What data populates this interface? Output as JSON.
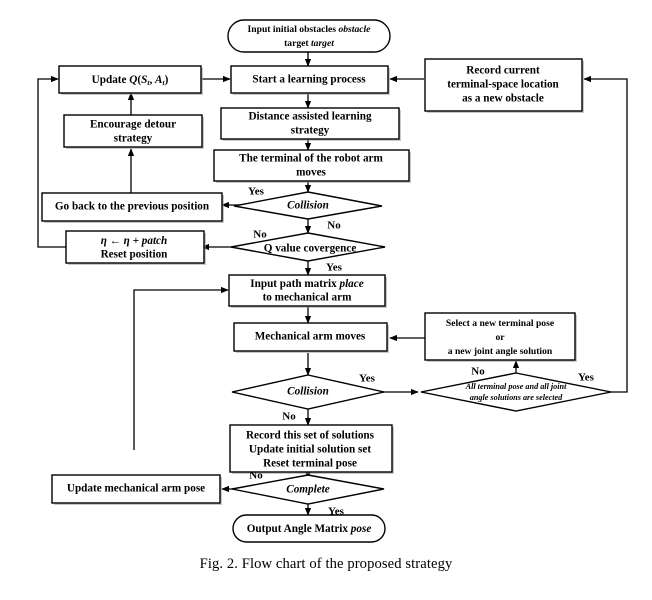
{
  "figure": {
    "caption": "Fig. 2.  Flow chart of the proposed strategy",
    "colors": {
      "stroke": "#000000",
      "fill": "#ffffff",
      "shadow": "#9a9a9a",
      "background": "#ffffff"
    }
  },
  "nodes": {
    "start_input": {
      "shape": "oval",
      "line1_a": "Input initial obstacles ",
      "line1_b": "obstacle",
      "line2_a": "target ",
      "line2_b": "target"
    },
    "update_q": {
      "shape": "rect",
      "text_a": "Update ",
      "text_b": "Q",
      "text_c": "(",
      "text_d": "S",
      "text_sub1": "t",
      "text_e": ", ",
      "text_f": "A",
      "text_sub2": "t",
      "text_g": ")"
    },
    "start_learning": {
      "shape": "rect",
      "line1": "Start a learning process"
    },
    "record_current": {
      "shape": "rect",
      "line1": "Record current",
      "line2": "terminal-space location",
      "line3": "as a new obstacle"
    },
    "distance_assisted": {
      "shape": "rect",
      "line1": "Distance assisted learning",
      "line2": "strategy"
    },
    "encourage_detour": {
      "shape": "rect",
      "line1": "Encourage detour",
      "line2": "strategy"
    },
    "terminal_moves": {
      "shape": "rect",
      "line1": "The terminal of the robot arm",
      "line2": "moves"
    },
    "go_back": {
      "shape": "rect",
      "line1": "Go back to the previous position"
    },
    "collision_1": {
      "shape": "diamond",
      "line1": "Collision"
    },
    "eta_patch": {
      "shape": "rect",
      "line1_a": "η ",
      "line1_b": "←",
      "line1_c": " η + ",
      "line1_d": "patch",
      "line2": "Reset position"
    },
    "q_convergence": {
      "shape": "diamond",
      "line1": "Q value covergence"
    },
    "input_path": {
      "shape": "rect",
      "line1_a": "Input path matrix ",
      "line1_b": "place",
      "line2": "to mechanical arm"
    },
    "mech_arm_moves": {
      "shape": "rect",
      "line1": "Mechanical arm moves"
    },
    "select_new_pose": {
      "shape": "rect",
      "line1": "Select a new terminal pose",
      "line2": "or",
      "line3": "a new joint angle solution"
    },
    "collision_2": {
      "shape": "diamond",
      "line1": "Collision"
    },
    "all_selected": {
      "shape": "diamond",
      "line1": "All terminal pose and all joint",
      "line2": "angle solutions are selected"
    },
    "record_solutions": {
      "shape": "rect",
      "line1": "Record this set of solutions",
      "line2": "Update initial solution set",
      "line3": "Reset terminal pose"
    },
    "update_arm_pose": {
      "shape": "rect",
      "line1": "Update mechanical arm pose"
    },
    "complete": {
      "shape": "diamond",
      "line1": "Complete"
    },
    "output_matrix": {
      "shape": "oval",
      "line1_a": "Output Angle Matrix ",
      "line1_b": "pose"
    }
  },
  "edge_labels": {
    "collision1_yes": "Yes",
    "collision1_no": "No",
    "qconv_no": "No",
    "qconv_yes": "Yes",
    "collision2_yes": "Yes",
    "collision2_no": "No",
    "allsel_no": "No",
    "allsel_yes": "Yes",
    "complete_no": "No",
    "complete_yes": "Yes"
  }
}
